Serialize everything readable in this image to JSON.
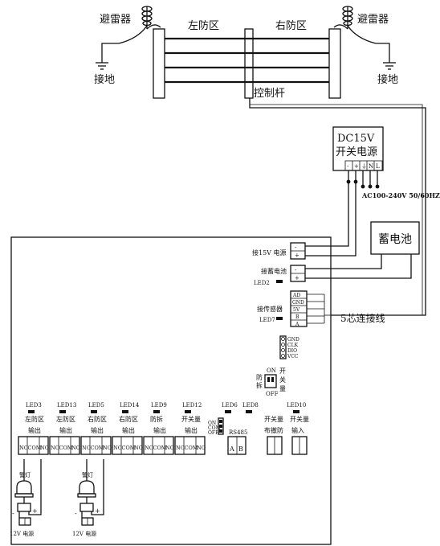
{
  "fence": {
    "lightning_left": "避雷器",
    "lightning_right": "避雷器",
    "zone_left": "左防区",
    "zone_right": "右防区",
    "ground_left": "接地",
    "ground_right": "接地",
    "control_rod": "控制杆"
  },
  "power_supply": {
    "title": "DC15V",
    "subtitle": "开关电源",
    "terminals": [
      "-",
      "+",
      "⏚",
      "N",
      "L"
    ],
    "ac_spec": "AC100-240V 50/60HZ"
  },
  "battery": {
    "label": "蓄电池"
  },
  "cable": {
    "label": "5芯连接线"
  },
  "board": {
    "conn_15v": "接15V 电源",
    "conn_battery": "接蓄电池",
    "led2": "LED2",
    "conn_sensor": "接传感器",
    "led7": "LED7",
    "sensor_pins": [
      "AD",
      "GND",
      "5V",
      "B",
      "A"
    ],
    "pm_minus": "-",
    "pm_plus": "+",
    "debug_pins": [
      "GND",
      "CLK",
      "DIO",
      "VCC"
    ],
    "tamper_on": "ON",
    "tamper_off": "OFF",
    "tamper_label_a": "防",
    "tamper_label_b": "拆",
    "switch_label_a": "开",
    "switch_label_b": "关",
    "switch_label_c": "量",
    "outputs": [
      {
        "led": "LED3",
        "line1": "左防区",
        "line2": "输出"
      },
      {
        "led": "LED13",
        "line1": "左防区",
        "line2": "输出"
      },
      {
        "led": "LED5",
        "line1": "右防区",
        "line2": "输出"
      },
      {
        "led": "LED14",
        "line1": "右防区",
        "line2": "输出"
      },
      {
        "led": "LED9",
        "line1": "防拆",
        "line2": "输出"
      },
      {
        "led": "LED12",
        "line1": "开关量",
        "line2": "输出"
      }
    ],
    "relay_terminals": [
      "NC",
      "COM",
      "NO"
    ],
    "led6": "LED6",
    "led8": "LED8",
    "rs485": "RS485",
    "rs485_a": "A",
    "rs485_b": "B",
    "jumper_on": "ON",
    "jumper_com": "COM",
    "jumper_off": "OFF",
    "led10": "LED10",
    "arm_line1": "开关量",
    "arm_line2": "布撤防",
    "in_line1": "开关量",
    "in_line2": "输入"
  },
  "alarms": [
    {
      "label": "警灯",
      "supply": "12V 电源",
      "minus": "-",
      "plus": "+"
    },
    {
      "label": "警灯",
      "supply": "12V 电源",
      "minus": "-",
      "plus": "+"
    }
  ]
}
